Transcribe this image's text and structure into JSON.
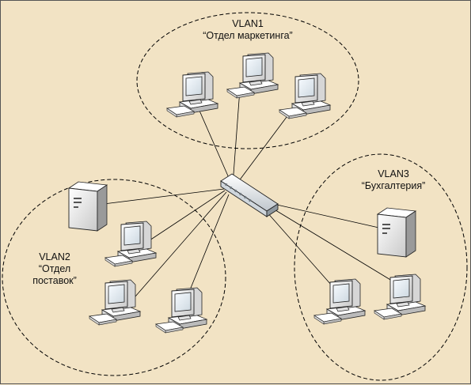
{
  "vlans": [
    {
      "id": "vlan1",
      "name": "VLAN1",
      "dept": "“Отдел маркетинга”"
    },
    {
      "id": "vlan2",
      "name": "VLAN2",
      "dept_line1": "“Отдел",
      "dept_line2": "поставок”"
    },
    {
      "id": "vlan3",
      "name": "VLAN3",
      "dept": "“Бухгалтерия”"
    }
  ],
  "devices": [
    {
      "kind": "switch",
      "icon": "network-switch-icon"
    },
    {
      "kind": "workstation",
      "icon": "workstation-icon",
      "vlan": "VLAN1",
      "count": 3
    },
    {
      "kind": "server",
      "icon": "server-icon",
      "vlan": "VLAN2",
      "count": 1
    },
    {
      "kind": "workstation",
      "icon": "workstation-icon",
      "vlan": "VLAN2",
      "count": 3
    },
    {
      "kind": "server",
      "icon": "server-icon",
      "vlan": "VLAN3",
      "count": 1
    },
    {
      "kind": "workstation",
      "icon": "workstation-icon",
      "vlan": "VLAN3",
      "count": 2
    }
  ],
  "colors": {
    "background": "#f2e3c4",
    "line": "#000000",
    "device_body": "#f4f4f4",
    "screen": "#e8eef2"
  }
}
